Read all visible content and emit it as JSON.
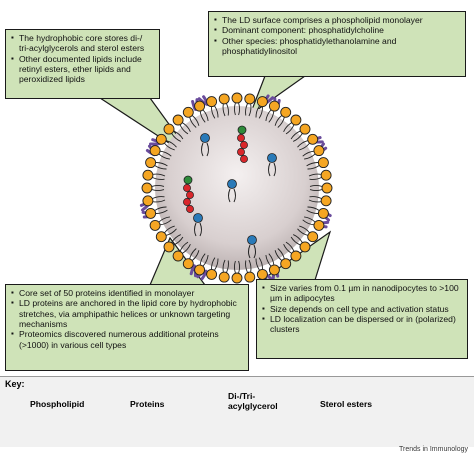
{
  "callouts": {
    "top_left": [
      "The hydrophobic core stores di-/ tri-acylglycerols and sterol esters",
      "Other documented lipids include retinyl esters, ether lipids and peroxidized lipids"
    ],
    "top_right": [
      "The LD surface comprises a phospholipid monolayer",
      "Dominant component: phosphatidylcholine",
      "Other species: phosphatidylethanolamine and phosphatidylinositol"
    ],
    "bottom_left": [
      "Core set of 50 proteins identified in monolayer",
      "LD proteins are anchored in the lipid core by hydrophobic stretches, via amphipathic helices or unknown targeting mechanisms",
      "Proteomics discovered numerous additional proteins (>1000) in various cell types"
    ],
    "bottom_right": [
      "Size varies from 0.1 µm in nanodipocytes to >100 µm in adipocytes",
      "Size depends on cell type and activation status",
      "LD localization can be dispersed or in (polarized) clusters"
    ]
  },
  "key": {
    "title": "Key:",
    "phospholipid": "Phospholipid",
    "proteins": "Proteins",
    "acylglycerol_line1": "Di-/Tri-",
    "acylglycerol_line2": "acylglycerol",
    "sterol_esters": "Sterol esters"
  },
  "footer": "Trends in Immunology",
  "colors": {
    "callout_fill": "#cfe3b8",
    "phospholipid_head": "#f5a623",
    "protein": "#6a4c9c",
    "acylglycerol_head": "#2a7ab8",
    "sterol_red": "#d9262b",
    "sterol_green": "#2e8b3a",
    "core_fill": "#d8cfcf"
  }
}
